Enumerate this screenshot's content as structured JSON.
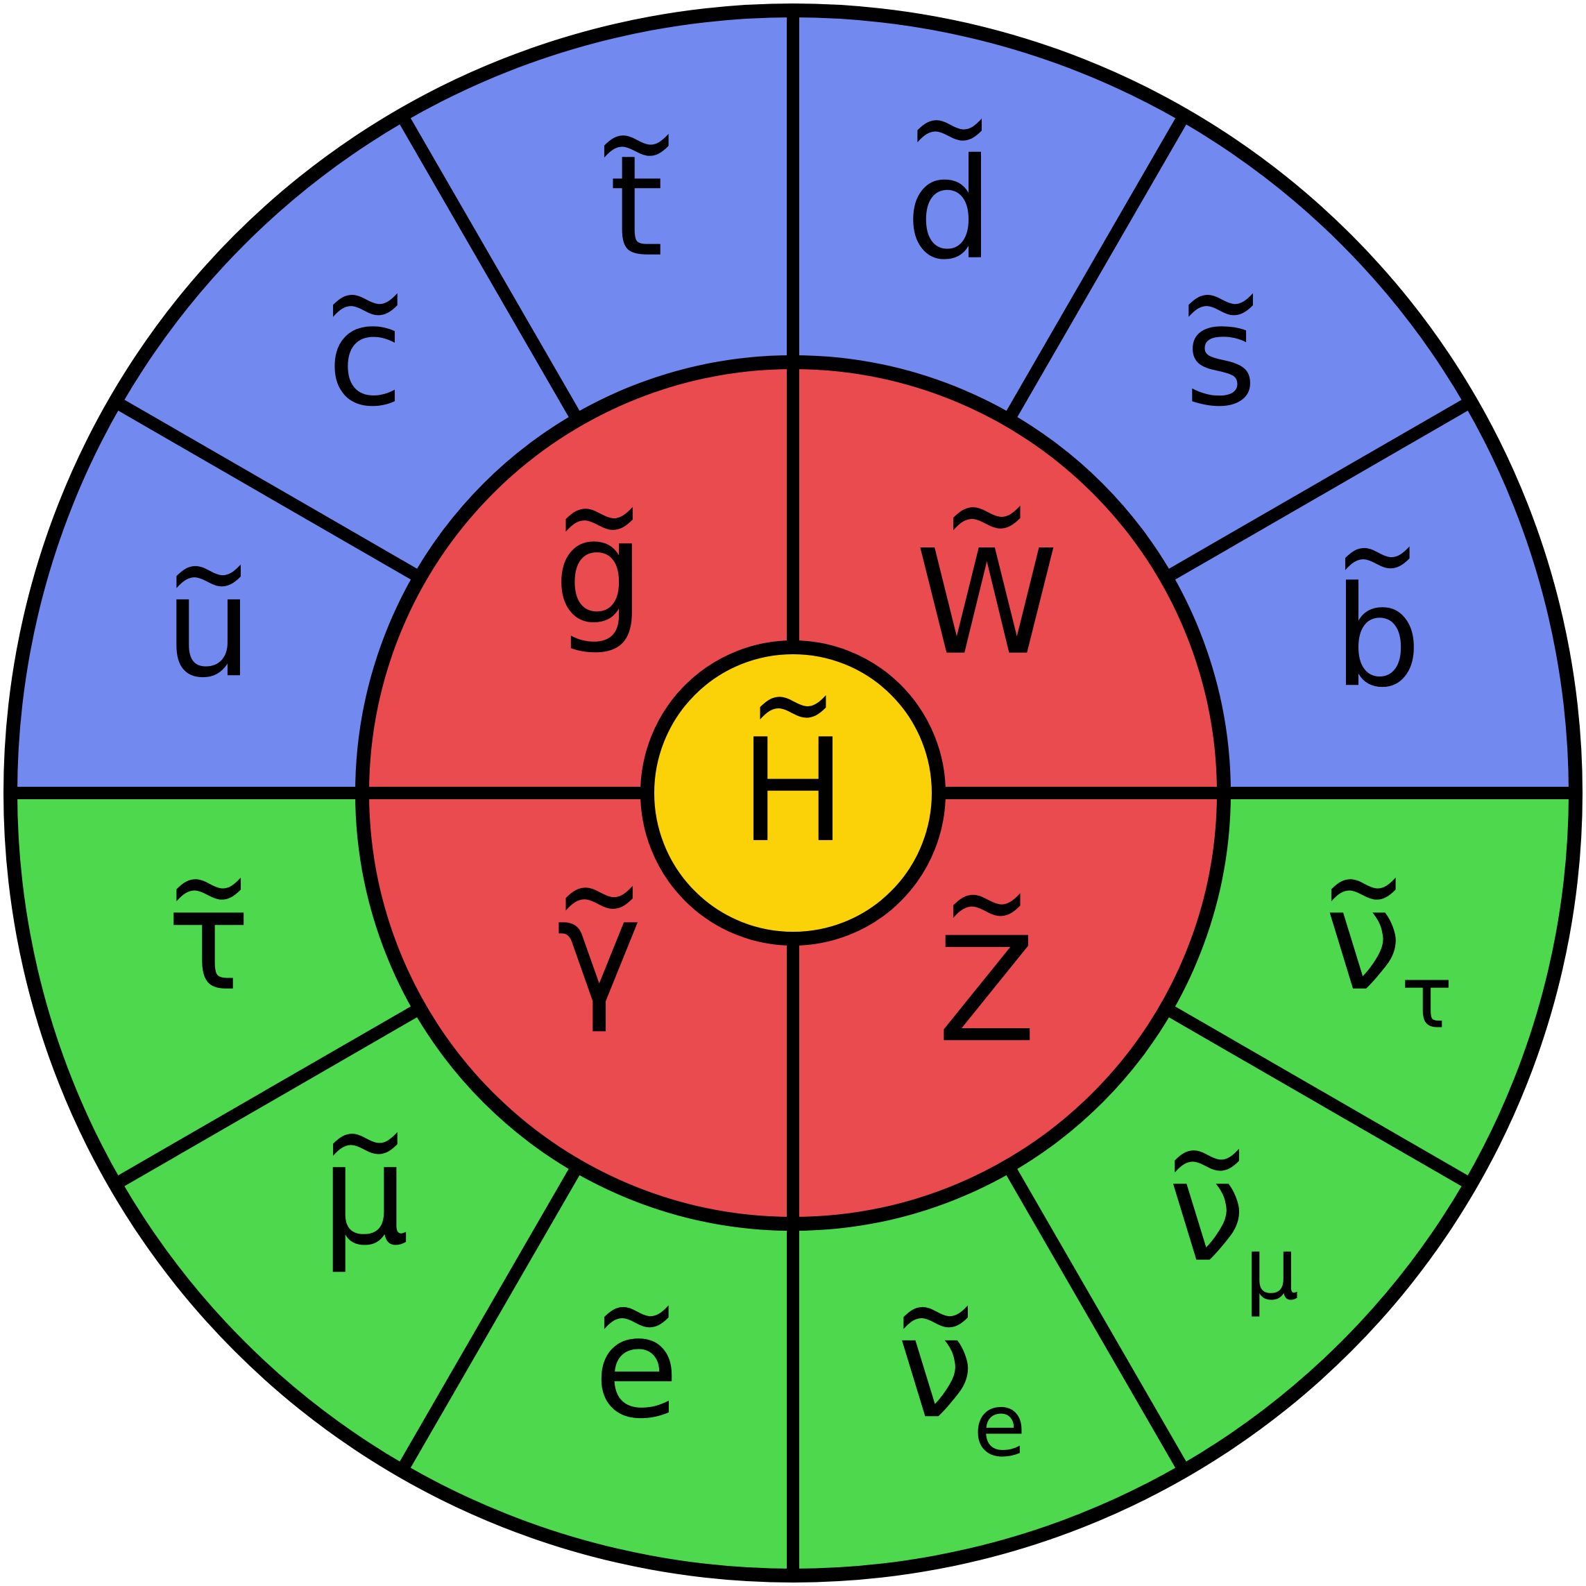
{
  "diagram": {
    "tilde_glyph": "~",
    "colors": {
      "squark": "#7289F0",
      "slepton": "#4DD84D",
      "gaugino": "#EA4B4F",
      "higgsino": "#FBD107",
      "line": "#000000",
      "background": "#FFFFFF"
    },
    "center": {
      "name": "higgsino",
      "symbol": "H",
      "color": "higgsino"
    },
    "inner_ring": [
      {
        "name": "wino",
        "symbol": "W",
        "color": "gaugino",
        "start": 0,
        "end": 90
      },
      {
        "name": "gluino",
        "symbol": "g",
        "color": "gaugino",
        "start": 90,
        "end": 180
      },
      {
        "name": "photino",
        "symbol": "γ",
        "color": "gaugino",
        "start": 180,
        "end": 270
      },
      {
        "name": "zino",
        "symbol": "Z",
        "color": "gaugino",
        "start": 270,
        "end": 360
      }
    ],
    "outer_ring": [
      {
        "name": "sbottom",
        "symbol": "b",
        "color": "squark",
        "start": 0,
        "end": 30
      },
      {
        "name": "sstrange",
        "symbol": "s",
        "color": "squark",
        "start": 30,
        "end": 60
      },
      {
        "name": "sdown",
        "symbol": "d",
        "color": "squark",
        "start": 60,
        "end": 90
      },
      {
        "name": "stop",
        "symbol": "t",
        "color": "squark",
        "start": 90,
        "end": 120
      },
      {
        "name": "scharm",
        "symbol": "c",
        "color": "squark",
        "start": 120,
        "end": 150
      },
      {
        "name": "sup",
        "symbol": "u",
        "color": "squark",
        "start": 150,
        "end": 180
      },
      {
        "name": "stau",
        "symbol": "τ",
        "color": "slepton",
        "start": 180,
        "end": 210
      },
      {
        "name": "smuon",
        "symbol": "μ",
        "color": "slepton",
        "start": 210,
        "end": 240
      },
      {
        "name": "selectron",
        "symbol": "e",
        "color": "slepton",
        "start": 240,
        "end": 270
      },
      {
        "name": "electron-sneutrino",
        "symbol": "ν",
        "sub": "e",
        "color": "slepton",
        "start": 270,
        "end": 300
      },
      {
        "name": "muon-sneutrino",
        "symbol": "ν",
        "sub": "μ",
        "color": "slepton",
        "start": 300,
        "end": 330
      },
      {
        "name": "tau-sneutrino",
        "symbol": "ν",
        "sub": "τ",
        "color": "slepton",
        "start": 330,
        "end": 360
      }
    ]
  }
}
